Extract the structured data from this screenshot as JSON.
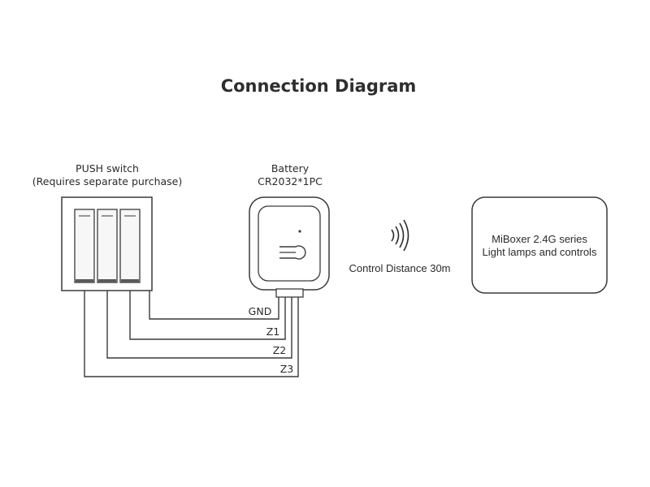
{
  "title": "Connection Diagram",
  "push_switch": {
    "label_line1": "PUSH switch",
    "label_line2": "(Requires separate purchase)"
  },
  "battery": {
    "label_line1": "Battery",
    "label_line2": "CR2032*1PC"
  },
  "wires": {
    "gnd": "GND",
    "z1": "Z1",
    "z2": "Z2",
    "z3": "Z3"
  },
  "control_distance": "Control Distance 30m",
  "miboxer": {
    "line1": "MiBoxer 2.4G series",
    "line2": "Light lamps and controls"
  },
  "icons": {
    "wireless": "wireless-signal-icon"
  }
}
